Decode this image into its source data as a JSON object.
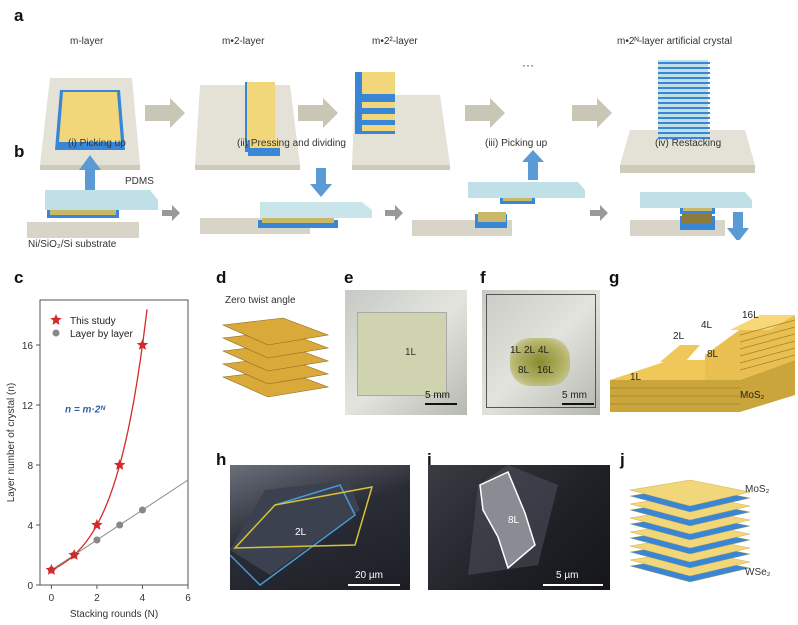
{
  "panels": {
    "a": {
      "label": "a",
      "steps": [
        "m-layer",
        "m•2-layer",
        "m•2²-layer",
        "m•2ᴺ-layer artificial crystal"
      ],
      "ellipsis": "···"
    },
    "b": {
      "label": "b",
      "steps": [
        "(i) Picking up",
        "(ii) Pressing and dividing",
        "(iii) Picking up",
        "(iv) Restacking"
      ],
      "pdms": "PDMS",
      "substrate": "Ni/SiO₂/Si substrate"
    },
    "c": {
      "label": "c"
    },
    "d": {
      "label": "d",
      "title": "Zero twist angle"
    },
    "e": {
      "label": "e",
      "layer": "1L",
      "scale": "5 mm"
    },
    "f": {
      "label": "f",
      "layers": [
        "1L",
        "2L",
        "4L",
        "8L",
        "16L"
      ],
      "scale": "5 mm"
    },
    "g": {
      "label": "g",
      "layers": [
        "1L",
        "2L",
        "4L",
        "8L",
        "16L"
      ],
      "material": "MoS₂"
    },
    "h": {
      "label": "h",
      "layer": "2L",
      "scale": "20 µm"
    },
    "i": {
      "label": "i",
      "layer": "8L",
      "scale": "5 µm"
    },
    "j": {
      "label": "j",
      "top": "MoS₂",
      "bottom": "WSe₂"
    }
  },
  "colors": {
    "yellow": "#f2d67a",
    "blue": "#3a86d6",
    "substrate": "#e4e2d6",
    "pdms": "#bfe0e6",
    "red": "#d42a2a",
    "gray": "#888888"
  },
  "chart_data": {
    "type": "scatter",
    "xlabel": "Stacking rounds (N)",
    "ylabel": "Layer number of crystal (n)",
    "xlim": [
      -0.5,
      6
    ],
    "ylim": [
      0,
      19
    ],
    "xticks": [
      0,
      2,
      4,
      6
    ],
    "yticks": [
      0,
      4,
      8,
      12,
      16
    ],
    "annotation": "n = m·2ᴺ",
    "legend_position": "top-left",
    "series": [
      {
        "name": "This study",
        "marker": "star",
        "color": "#d42a2a",
        "x": [
          0,
          1,
          2,
          3,
          4
        ],
        "y": [
          1,
          2,
          4,
          8,
          16
        ],
        "fit": "exponential"
      },
      {
        "name": "Layer by layer",
        "marker": "circle",
        "color": "#888888",
        "x": [
          0,
          1,
          2,
          3,
          4
        ],
        "y": [
          1,
          2,
          3,
          4,
          5
        ],
        "fit": "linear"
      }
    ]
  }
}
